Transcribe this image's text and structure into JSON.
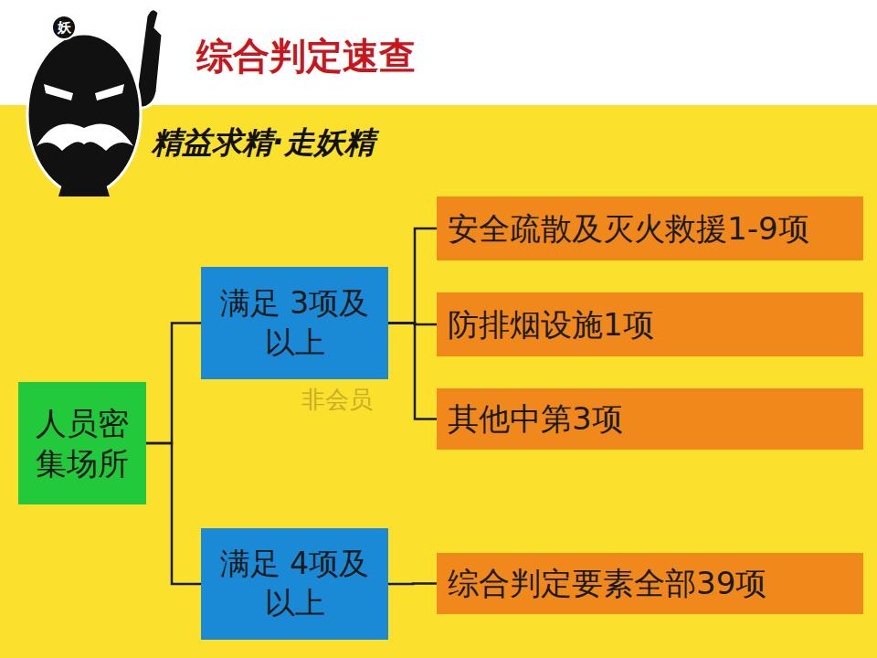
{
  "diagram": {
    "title": "综合判定速查",
    "nodes": [
      {
        "text": [
          "人员密 集场所"
        ]
      },
      {
        "text": [
          "满足 3项及以上"
        ]
      },
      {
        "text": [
          "满足 4项及以上"
        ]
      },
      {
        "text": [
          "安全疏散及灭火救援1-9项"
        ]
      },
      {
        "text": [
          "防排烟设施1项"
        ]
      },
      {
        "text": [
          "其他中第3项"
        ]
      },
      {
        "text": [
          "综合判定要素全部39项"
        ]
      }
    ],
    "edges": [
      {
        "from": 0,
        "to": 1,
        "arrow": "none"
      },
      {
        "from": 0,
        "to": 2,
        "arrow": "none"
      },
      {
        "from": 1,
        "to": 3,
        "arrow": "none"
      },
      {
        "from": 1,
        "to": 4,
        "arrow": "none"
      },
      {
        "from": 1,
        "to": 5,
        "arrow": "none"
      },
      {
        "from": 2,
        "to": 6,
        "arrow": "none"
      }
    ],
    "labels": [
      "妖",
      "精益求精·走妖精",
      "非会员"
    ]
  }
}
